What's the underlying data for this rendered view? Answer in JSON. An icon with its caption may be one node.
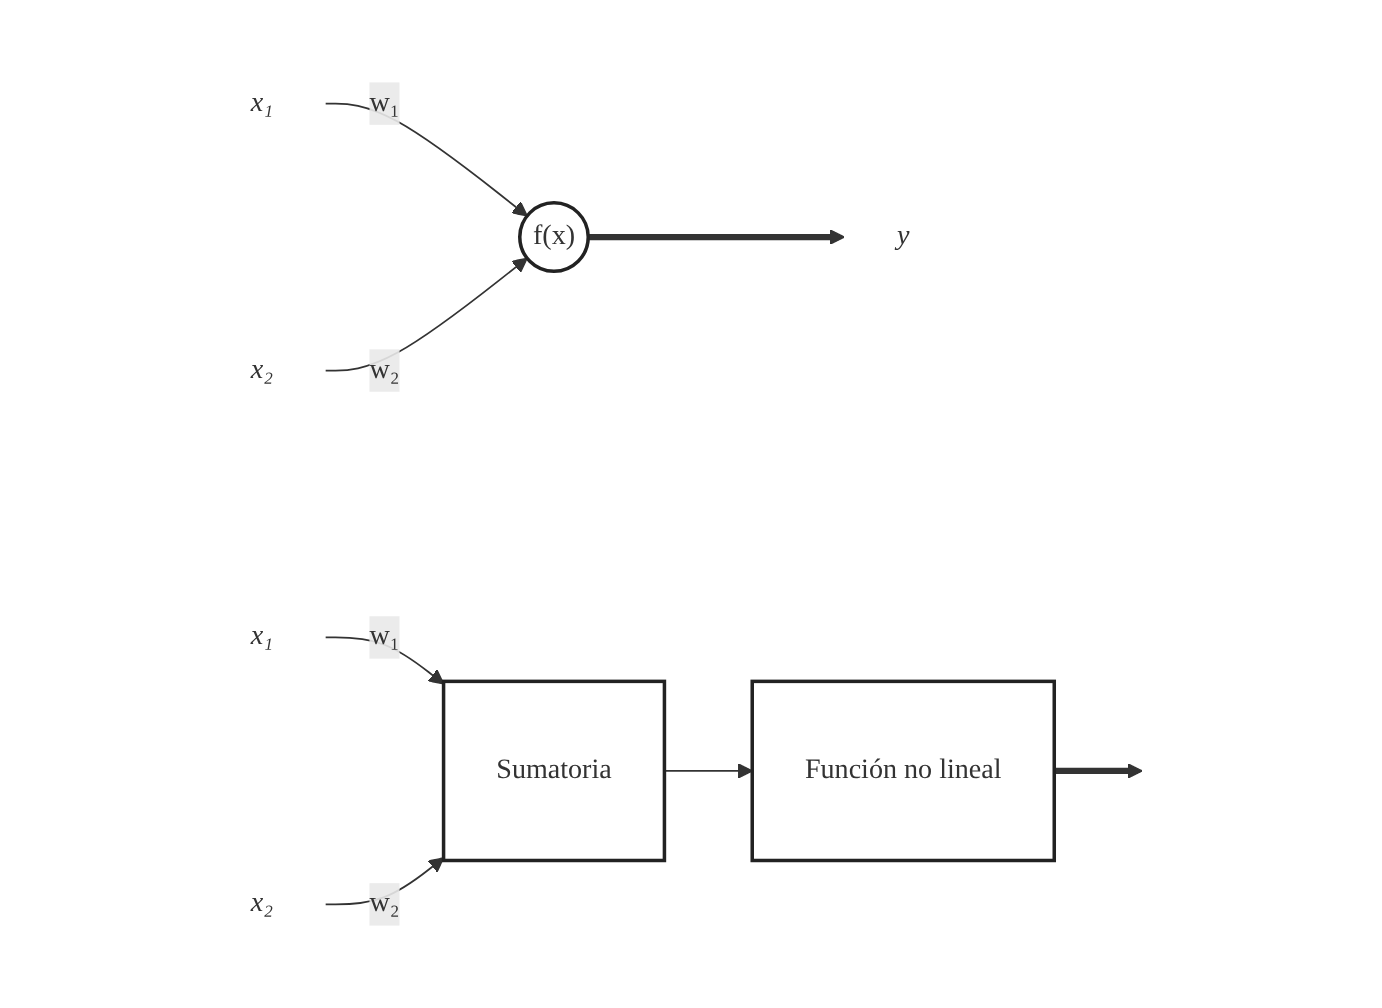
{
  "diagram": {
    "nodes": [
      {
        "text": [
          "x₁"
        ]
      },
      {
        "text": [
          "x₂"
        ]
      },
      {
        "text": [
          "f(x)"
        ]
      },
      {
        "text": [
          "y"
        ]
      },
      {
        "text": [
          "x₁"
        ]
      },
      {
        "text": [
          "x₂"
        ]
      },
      {
        "text": [
          "Sumatoria"
        ]
      },
      {
        "text": [
          "Función no lineal"
        ]
      }
    ],
    "edges": [
      {
        "from": 0,
        "to": 2,
        "arrow": "to",
        "label": "w₁"
      },
      {
        "from": 1,
        "to": 2,
        "arrow": "to",
        "label": "w₂"
      },
      {
        "from": 2,
        "to": 3,
        "arrow": "to",
        "style": "thick"
      },
      {
        "from": 4,
        "to": 6,
        "arrow": "to",
        "label": "w₁"
      },
      {
        "from": 5,
        "to": 6,
        "arrow": "to",
        "label": "w₂"
      },
      {
        "from": 6,
        "to": 7,
        "arrow": "to"
      },
      {
        "from": 7,
        "to": null,
        "arrow": "to",
        "style": "thick"
      }
    ]
  }
}
